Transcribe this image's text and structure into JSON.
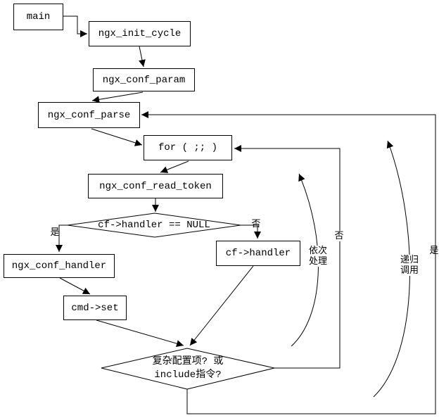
{
  "colors": {
    "background": "#ffffff",
    "line": "#000000",
    "text": "#000000"
  },
  "nodes": {
    "main": "main",
    "init_cycle": "ngx_init_cycle",
    "conf_param": "ngx_conf_param",
    "conf_parse": "ngx_conf_parse",
    "for_loop": "for ( ;; )",
    "read_token": "ngx_conf_read_token",
    "cf_handler": "cf->handler",
    "conf_handler": "ngx_conf_handler",
    "cmd_set": "cmd->set"
  },
  "decisions": {
    "handler_null": "cf->handler == NULL",
    "complex_line1": "复杂配置项? 或",
    "complex_line2": "include指令?"
  },
  "edge_labels": {
    "yes_handler_null": "是",
    "no_handler_null": "否",
    "no_complex": "否",
    "yes_complex": "是"
  },
  "annotations": {
    "sequential_processing": "依次\n处理",
    "recursive_call": "递归\n调用"
  }
}
